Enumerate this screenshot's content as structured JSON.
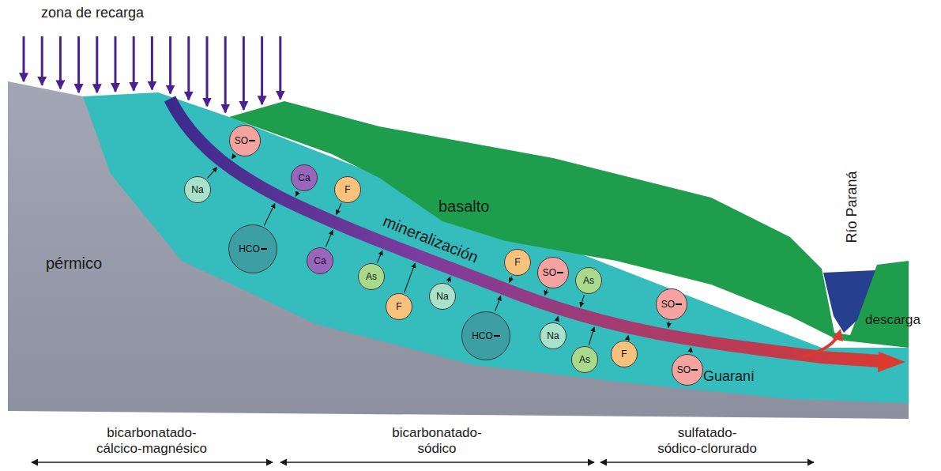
{
  "diagram": {
    "nodes": [
      {
        "text": [
          "SO"
        ]
      },
      {
        "text": [
          "Ca"
        ]
      },
      {
        "text": [
          "Na"
        ]
      },
      {
        "text": [
          "F"
        ]
      },
      {
        "text": [
          "HCO"
        ]
      },
      {
        "text": [
          "Ca"
        ]
      },
      {
        "text": [
          "As"
        ]
      },
      {
        "text": [
          "F"
        ]
      },
      {
        "text": [
          "Na"
        ]
      },
      {
        "text": [
          "F"
        ]
      },
      {
        "text": [
          "SO"
        ]
      },
      {
        "text": [
          "HCO"
        ]
      },
      {
        "text": [
          "As"
        ]
      },
      {
        "text": [
          "Na"
        ]
      },
      {
        "text": [
          "F"
        ]
      },
      {
        "text": [
          "SO"
        ]
      },
      {
        "text": [
          "As"
        ]
      },
      {
        "text": [
          "SO"
        ]
      }
    ],
    "labels": [
      "zona de recarga",
      "pérmico",
      "mineralización",
      "basalto",
      "Río Paraná",
      "descarga",
      "Guaraní",
      "bicarbonatado- cálcico-magnésico",
      "bicarbonatado- sódico",
      "sulfatado- sódico-clorurado"
    ]
  }
}
